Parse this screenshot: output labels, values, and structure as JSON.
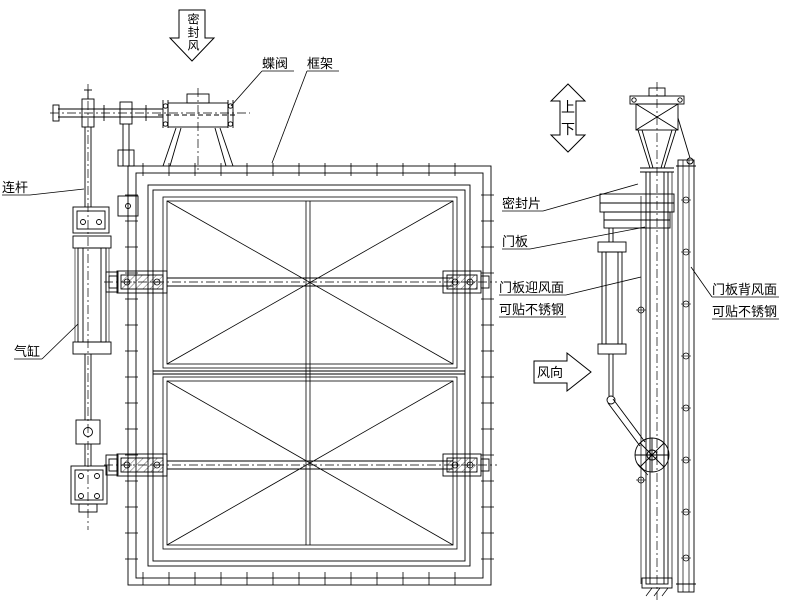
{
  "drawing": {
    "title": "damper-valve-assembly-drawing",
    "colors": {
      "line": "#000000",
      "background": "#ffffff"
    }
  },
  "labels": {
    "seal_air": "密封风",
    "butterfly_valve": "蝶阀",
    "frame": "框架",
    "connecting_rod": "连杆",
    "cylinder": "气缸",
    "seal_strip": "密封片",
    "door_panel": "门板",
    "windward_line1": "门板迎风面",
    "windward_line2": "可贴不锈钢",
    "leeward_line1": "门板背风面",
    "leeward_line2": "可贴不锈钢",
    "wind_direction": "风向",
    "up": "上",
    "down": "下"
  }
}
